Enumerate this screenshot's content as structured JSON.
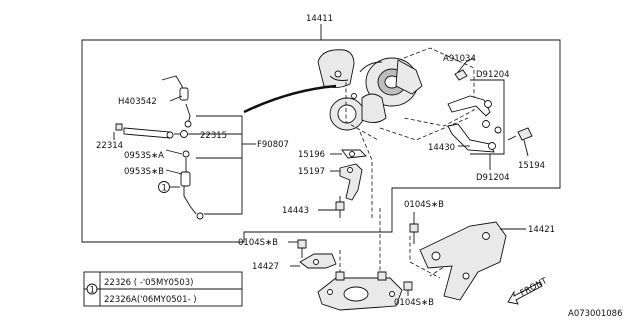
{
  "part_labels": {
    "p14411": "14411",
    "a91034": "A91034",
    "d91204_top": "D91204",
    "d91204_bottom": "D91204",
    "h403542": "H403542",
    "p22314": "22314",
    "p22315": "22315",
    "f90807": "F90807",
    "p0953s_a": "0953S∗A",
    "p0953s_b": "0953S∗B",
    "p15196": "15196",
    "p15197": "15197",
    "p14430": "14430",
    "p15194": "15194",
    "p14443": "14443",
    "p0104s_b_right": "0104S∗B",
    "p0104s_b_left": "0104S∗B",
    "p0104s_b_bottom": "0104S∗B",
    "p14421": "14421",
    "p14427": "14427",
    "callout_1": "1"
  },
  "legend": {
    "marker": "1",
    "rows": [
      "22326 ( -'05MY0503)",
      "22326A('06MY0501- )"
    ]
  },
  "front_label": "FRONT",
  "diagram_id": "A073001086"
}
